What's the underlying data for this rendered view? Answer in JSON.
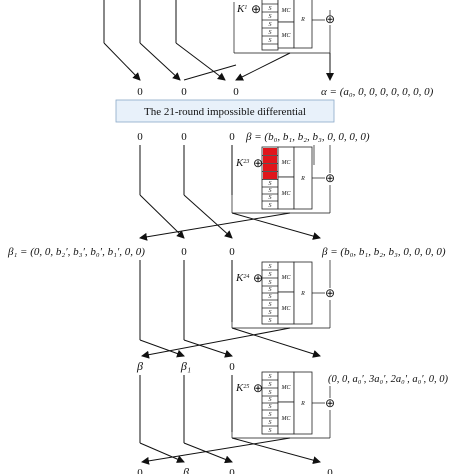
{
  "banner": "The 21-round impossible differential",
  "zero": "0",
  "sbox_label": "S",
  "mc_label": "MC",
  "r_label": "R",
  "xor_symbol": "⊕",
  "round_keys": {
    "k1": {
      "base": "K",
      "sup": "1"
    },
    "k23": {
      "base": "K",
      "sup": "23"
    },
    "k24": {
      "base": "K",
      "sup": "24"
    },
    "k25": {
      "base": "K",
      "sup": "25"
    }
  },
  "labels": {
    "alpha": "α = (a₀, 0, 0, 0, 0, 0, 0, 0)",
    "beta_top": "β = (b₀, b₁, b₂, b₃, 0, 0, 0, 0)",
    "beta1_left": "β₁ = (0, 0, b₂′, b₃′, b₀′, b₁′, 0, 0)",
    "beta_right": "β = (b₀, b₁, b₂, b₃, 0, 0, 0, 0)",
    "beta_sym": "β",
    "beta1_sym": "β₁",
    "out_right": "(0, 0, a₀′, 3a₀′, 2a₀′, a₀′, 0, 0)"
  },
  "colors": {
    "active_sbox": "#e0161b",
    "banner_bg": "#e8f1fa",
    "banner_border": "#8aa9c8"
  }
}
